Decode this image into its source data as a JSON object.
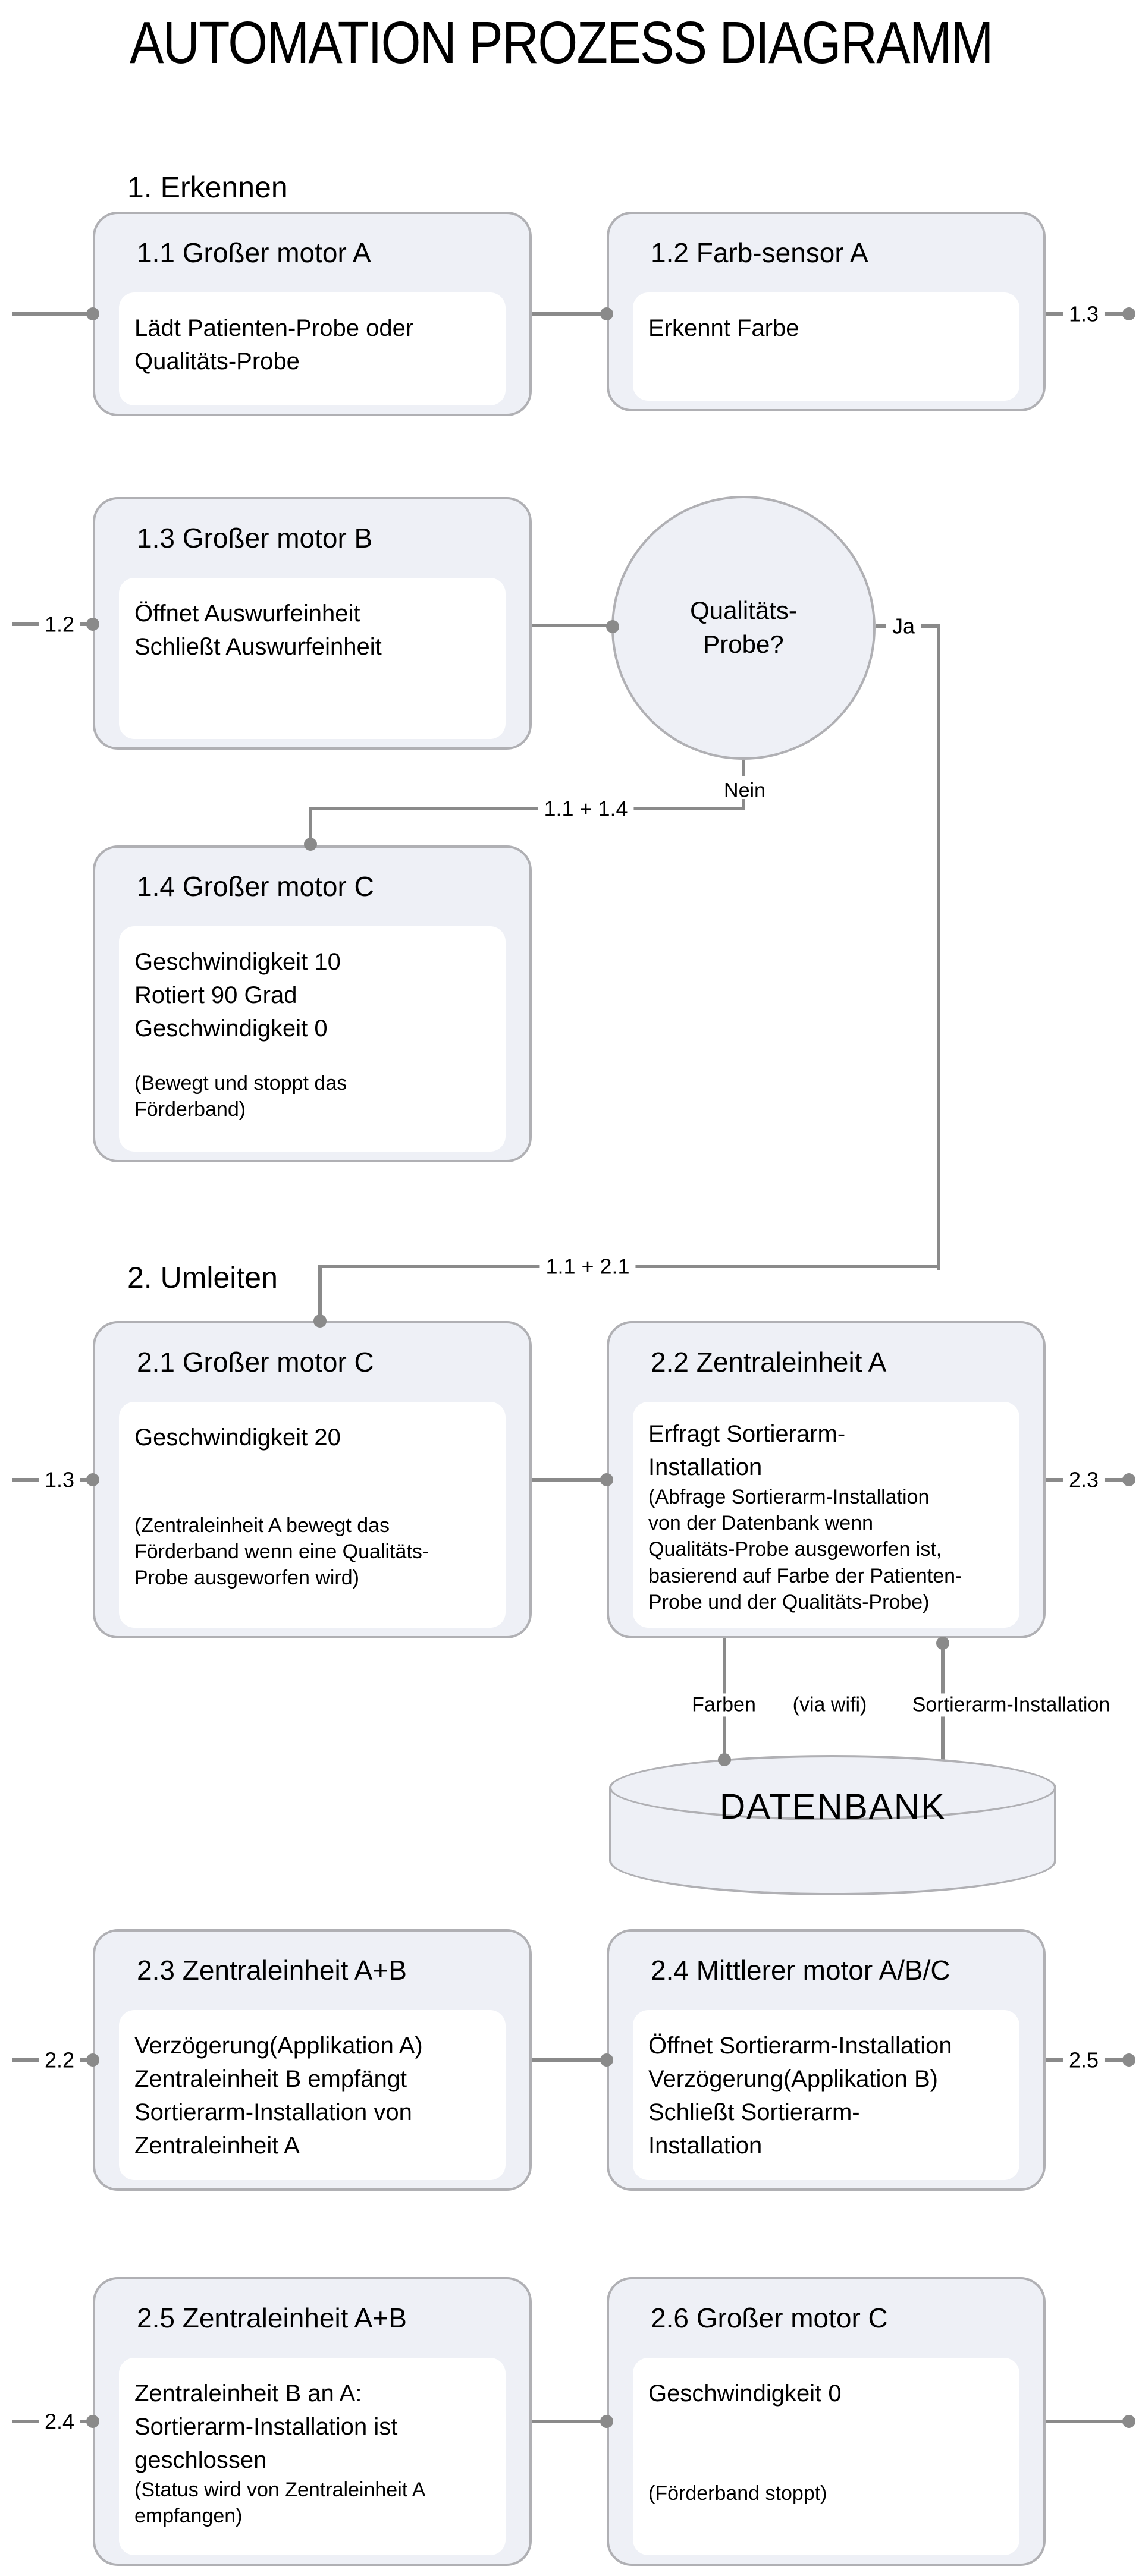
{
  "title": "AUTOMATION PROZESS DIAGRAMM",
  "colors": {
    "node_fill": "#eef0f6",
    "node_border": "#b0b0b4",
    "inner_fill": "#ffffff",
    "line": "#8a8a8a",
    "text": "#000000"
  },
  "sections": {
    "s1": "1. Erkennen",
    "s2": "2. Umleiten"
  },
  "boxes": {
    "b11": {
      "title": "1.1 Großer motor A",
      "body": "Lädt Patienten-Probe oder\nQualitäts-Probe"
    },
    "b12": {
      "title": "1.2 Farb-sensor A",
      "body": "Erkennt Farbe"
    },
    "b13": {
      "title": "1.3 Großer motor B",
      "body": "Öffnet Auswurfeinheit\nSchließt Auswurfeinheit"
    },
    "b14": {
      "title": "1.4 Großer motor C",
      "body": "Geschwindigkeit 10\nRotiert 90 Grad\nGeschwindigkeit 0",
      "note": "(Bewegt und stoppt das\nFörderband)"
    },
    "b21": {
      "title": "2.1 Großer motor C",
      "body": "Geschwindigkeit 20",
      "note": "(Zentraleinheit A bewegt das\nFörderband wenn eine  Qualitäts-\nProbe ausgeworfen wird)"
    },
    "b22": {
      "title": "2.2 Zentraleinheit A",
      "body": "Erfragt Sortierarm-\nInstallation",
      "note": "(Abfrage Sortierarm-Installation\nvon der Datenbank wenn\nQualitäts-Probe ausgeworfen ist,\nbasierend auf Farbe der Patienten-\nProbe und der Qualitäts-Probe)"
    },
    "b23": {
      "title": "2.3 Zentraleinheit A+B",
      "body": "Verzögerung(Applikation A)\nZentraleinheit B empfängt\nSortierarm-Installation von\nZentraleinheit A"
    },
    "b24": {
      "title": "2.4 Mittlerer motor A/B/C",
      "body": "Öffnet Sortierarm-Installation\nVerzögerung(Applikation B)\nSchließt Sortierarm-\nInstallation"
    },
    "b25": {
      "title": "2.5 Zentraleinheit A+B",
      "body": "Zentraleinheit B an A:\nSortierarm-Installation ist\ngeschlossen",
      "note": "(Status wird von Zentraleinheit A\nempfangen)"
    },
    "b26": {
      "title": "2.6 Großer motor C",
      "body": "Geschwindigkeit 0",
      "note": "(Förderband stoppt)"
    }
  },
  "decision": {
    "question": "Qualitäts-\nProbe?",
    "yes": "Ja",
    "no": "Nein"
  },
  "labels": {
    "to13": "1.3",
    "from12": "1.2",
    "merge114": "1.1 + 1.4",
    "merge1121": "1.1 + 2.1",
    "from13": "1.3",
    "to23": "2.3",
    "farben": "Farben",
    "viawifi": "(via wifi)",
    "sortierarm": "Sortierarm-Installation",
    "from22": "2.2",
    "to25": "2.5",
    "from24": "2.4"
  },
  "database": {
    "label": "DATENBANK"
  }
}
